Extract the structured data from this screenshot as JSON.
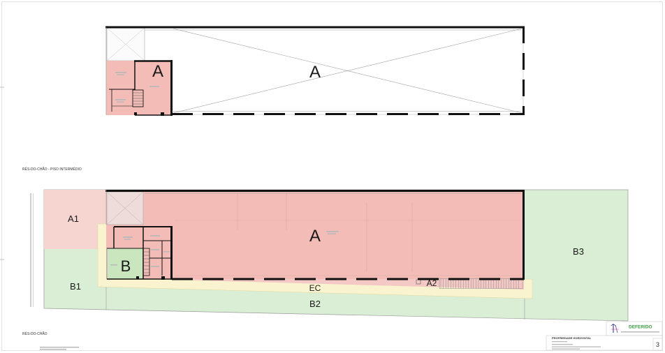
{
  "drawing": {
    "level_labels": {
      "upper": "RÉS-DO-CHÃO - PISO INTERMÉDIO",
      "lower": "RÉS-DO-CHÃO"
    },
    "upper_plan": {
      "rooms_zone_label": "A",
      "open_zone_label": "A"
    },
    "ground_plan": {
      "zone_a1": "A1",
      "zone_a": "A",
      "zone_b": "B",
      "zone_b1": "B1",
      "zone_ec": "EC",
      "zone_b2": "B2",
      "zone_a2": "A2",
      "zone_b3": "B3"
    }
  },
  "title_block": {
    "logo_icon": "municipality-logo-icon",
    "stamp": "DEFERIDO",
    "title": "PROPRIEDADE HORIZONTAL",
    "sheet_number": "3"
  },
  "colors": {
    "zone_a": "#f3bcb7",
    "zone_a1": "#f6d4d0",
    "zone_a2": "#f4c9c5",
    "zone_b": "#c9e6bf",
    "exterior_green": "#d9eed4",
    "zone_ec": "#f9f3cf",
    "stamp": "#3a9a3e",
    "wall": "#111111"
  }
}
